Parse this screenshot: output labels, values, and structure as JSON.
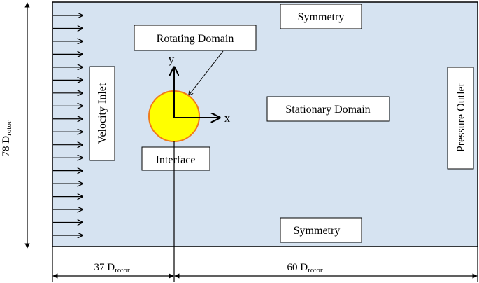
{
  "colors": {
    "domain_fill": "#d6e3f1",
    "rotor_fill": "#ffff00",
    "rotor_stroke": "#f07a1a",
    "line": "#000000",
    "box_fill": "#ffffff"
  },
  "labels": {
    "symmetry_top": "Symmetry",
    "symmetry_bottom": "Symmetry",
    "rotating_domain": "Rotating Domain",
    "velocity_inlet": "Velocity Inlet",
    "pressure_outlet": "Pressure Outlet",
    "stationary_domain": "Stationary Domain",
    "interface": "Interface",
    "axis_x": "x",
    "axis_y": "y"
  },
  "dimensions": {
    "height": {
      "value": "78 D",
      "subscript": "rotor"
    },
    "upstream": {
      "value": "37 D",
      "subscript": "rotor"
    },
    "downstream": {
      "value": "60 D",
      "subscript": "rotor"
    }
  },
  "inlet_arrow_count": 18
}
